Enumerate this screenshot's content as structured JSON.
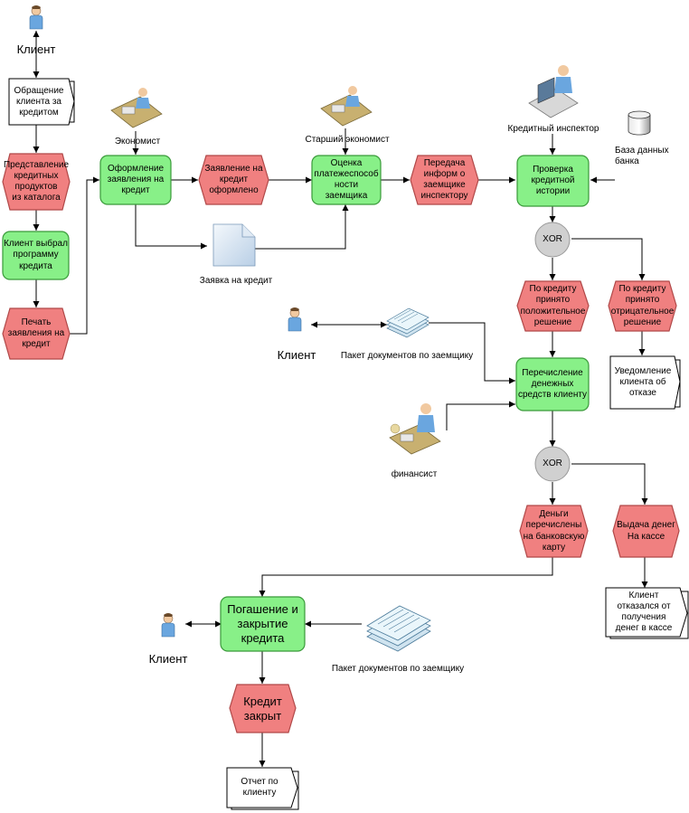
{
  "actors": {
    "client_top": "Клиент",
    "economist": "Экономист",
    "senior_economist": "Старший экономист",
    "credit_inspector": "Кредитный инспектор",
    "client_mid": "Клиент",
    "financier": "финансист",
    "client_bottom": "Клиент"
  },
  "functions": {
    "prepare_application": "Оформление\nзаявления на\nкредит",
    "assess_solvency": "Оценка\nплатежеспособ\nности\nзаемщика",
    "check_history": "Проверка\nкредитной\nистории",
    "client_chose": "Клиент выбрал\nпрограмму\nкредита",
    "transfer_funds": "Перечисление\nденежных\nсредств клиенту",
    "repay_close": "Погашение и\nзакрытие\nкредита"
  },
  "events": {
    "present_products": "Представление\nкредитных\nпродуктов\nиз каталога",
    "print_application": "Печать\nзаявления на\nкредит",
    "application_done": "Заявление на\nкредит\nоформлено",
    "transfer_info": "Передача\nинформ о\nзаемщике\nинспектору",
    "positive_decision": "По кредиту\nпринято\nположительное\nрешение",
    "negative_decision": "По кредиту\nпринято\nотрицательное\nрешение",
    "money_transferred": "Деньги\nперечислены\nна банковскую\nкарту",
    "cash_issue": "Выдача денег\nНа кассе",
    "credit_closed": "Кредит\nзакрыт"
  },
  "documents": {
    "client_request": "Обращение\nклиента за\nкредитом",
    "refusal_notice": "Уведомление\nклиента об\nотказе",
    "client_refused": "Клиент\nотказался от\nполучения\nденег в кассе",
    "client_report": "Отчет по\nклиенту",
    "application_file": "Заявка на кредит",
    "doc_package_mid": "Пакет документов по заемщику",
    "doc_package_bottom": "Пакет документов по заемщику",
    "database": "База данных\nбанка"
  },
  "gateways": {
    "xor_1": "XOR",
    "xor_2": "XOR"
  },
  "colors": {
    "function_fill": "#88f088",
    "function_stroke": "#3a9a3a",
    "event_fill": "#f08080",
    "event_stroke": "#b04848",
    "gateway_fill": "#d0d0d0",
    "person_shirt": "#6aa6df",
    "line": "#000000"
  },
  "icons": [
    "person-icon",
    "worker-at-desk-icon",
    "computer-user-icon",
    "database-icon",
    "document-icon",
    "document-stack-icon"
  ]
}
